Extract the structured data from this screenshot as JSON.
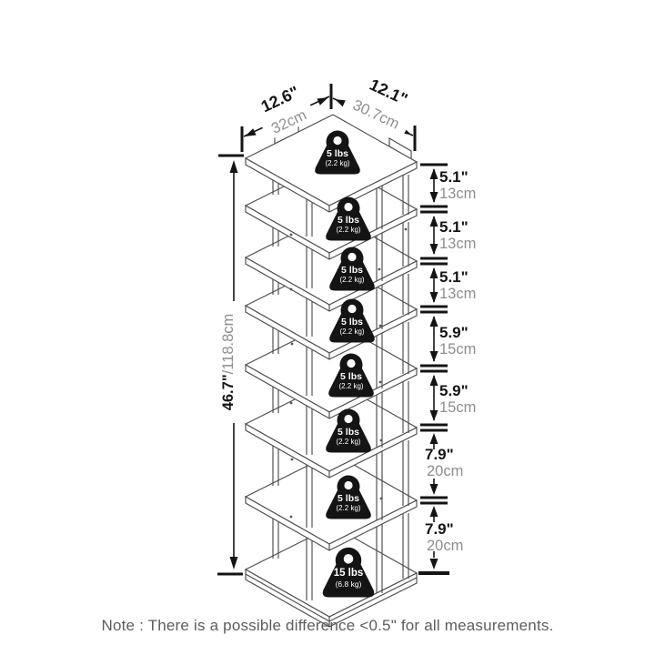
{
  "diagram": {
    "title": "shoe-rack-dimension-diagram",
    "note": "Note : There is a possible difference <0.5\" for all measurements.",
    "top_width": {
      "inch": "12.6\"",
      "cm": "32cm"
    },
    "top_depth": {
      "inch": "12.1\"",
      "cm": "30.7cm"
    },
    "height": {
      "inch": "46.7\"",
      "metric": "/118.8cm"
    },
    "gaps": [
      {
        "inch": "5.1\"",
        "cm": "13cm"
      },
      {
        "inch": "5.1\"",
        "cm": "13cm"
      },
      {
        "inch": "5.1\"",
        "cm": "13cm"
      },
      {
        "inch": "5.9\"",
        "cm": "15cm"
      },
      {
        "inch": "5.9\"",
        "cm": "15cm"
      },
      {
        "inch": "7.9\"",
        "cm": "20cm"
      },
      {
        "inch": "7.9\"",
        "cm": "20cm"
      }
    ],
    "weights": [
      {
        "lbs": "5 lbs",
        "kg": "(2.2 kg)"
      },
      {
        "lbs": "5 lbs",
        "kg": "(2.2 kg)"
      },
      {
        "lbs": "5 lbs",
        "kg": "(2.2 kg)"
      },
      {
        "lbs": "5 lbs",
        "kg": "(2.2 kg)"
      },
      {
        "lbs": "5 lbs",
        "kg": "(2.2 kg)"
      },
      {
        "lbs": "5 lbs",
        "kg": "(2.2 kg)"
      },
      {
        "lbs": "5 lbs",
        "kg": "(2.2 kg)"
      },
      {
        "lbs": "15 lbs",
        "kg": "(6.8 kg)"
      }
    ],
    "colors": {
      "outline": "#4d4d4d",
      "dimension": "#141414",
      "cm_text": "#8e8e8e",
      "icon_fill": "#141414",
      "note_text": "#5d5d5d",
      "background": "#ffffff"
    }
  }
}
